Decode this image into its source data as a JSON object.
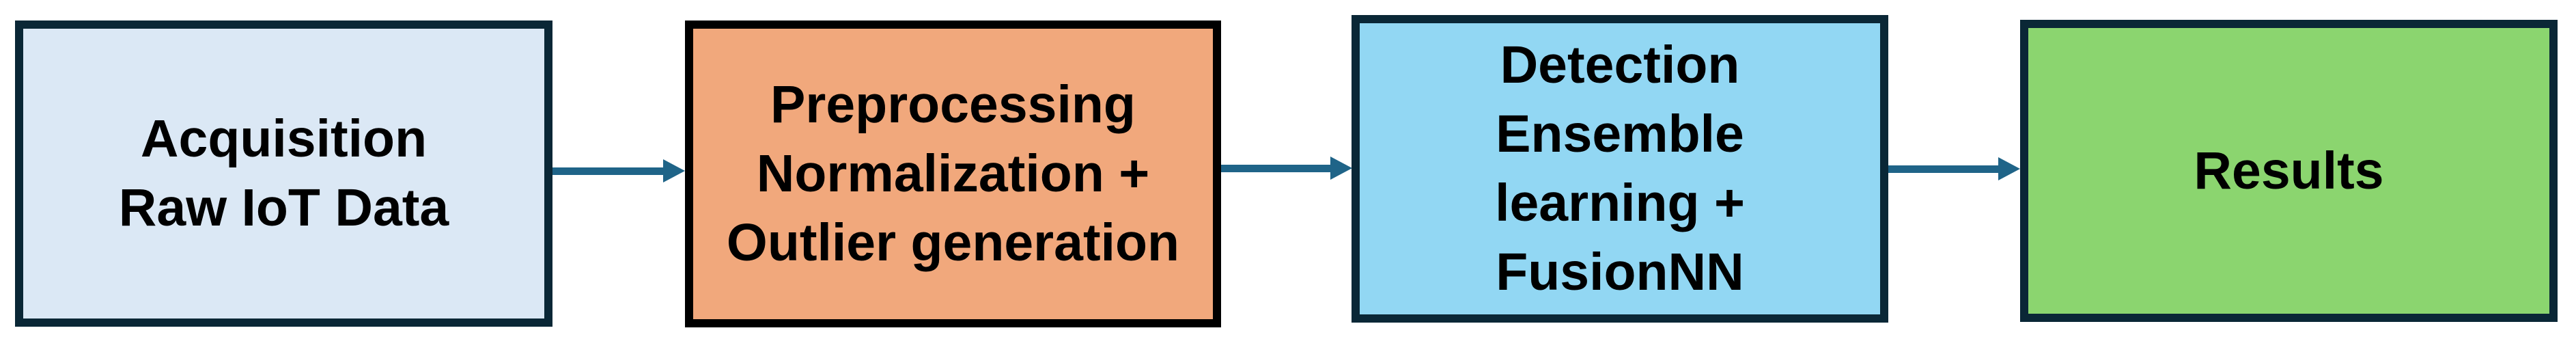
{
  "diagram": {
    "background_color": "#ffffff",
    "arrow_color": "#1f6488",
    "text_color": "#000000",
    "nodes": [
      {
        "id": "acquisition",
        "lines": [
          "Acquisition",
          "Raw IoT Data"
        ],
        "fill_color": "#dbe8f5",
        "border_color": "#0a2736"
      },
      {
        "id": "preprocessing",
        "lines": [
          "Preprocessing",
          "Normalization +",
          "Outlier generation"
        ],
        "fill_color": "#f1a87c",
        "border_color": "#000000"
      },
      {
        "id": "detection",
        "lines": [
          "Detection",
          "Ensemble",
          "learning +",
          "FusionNN"
        ],
        "fill_color": "#92d7f3",
        "border_color": "#0a2736"
      },
      {
        "id": "results",
        "lines": [
          "Results"
        ],
        "fill_color": "#8bd56f",
        "border_color": "#0a2736"
      }
    ]
  }
}
